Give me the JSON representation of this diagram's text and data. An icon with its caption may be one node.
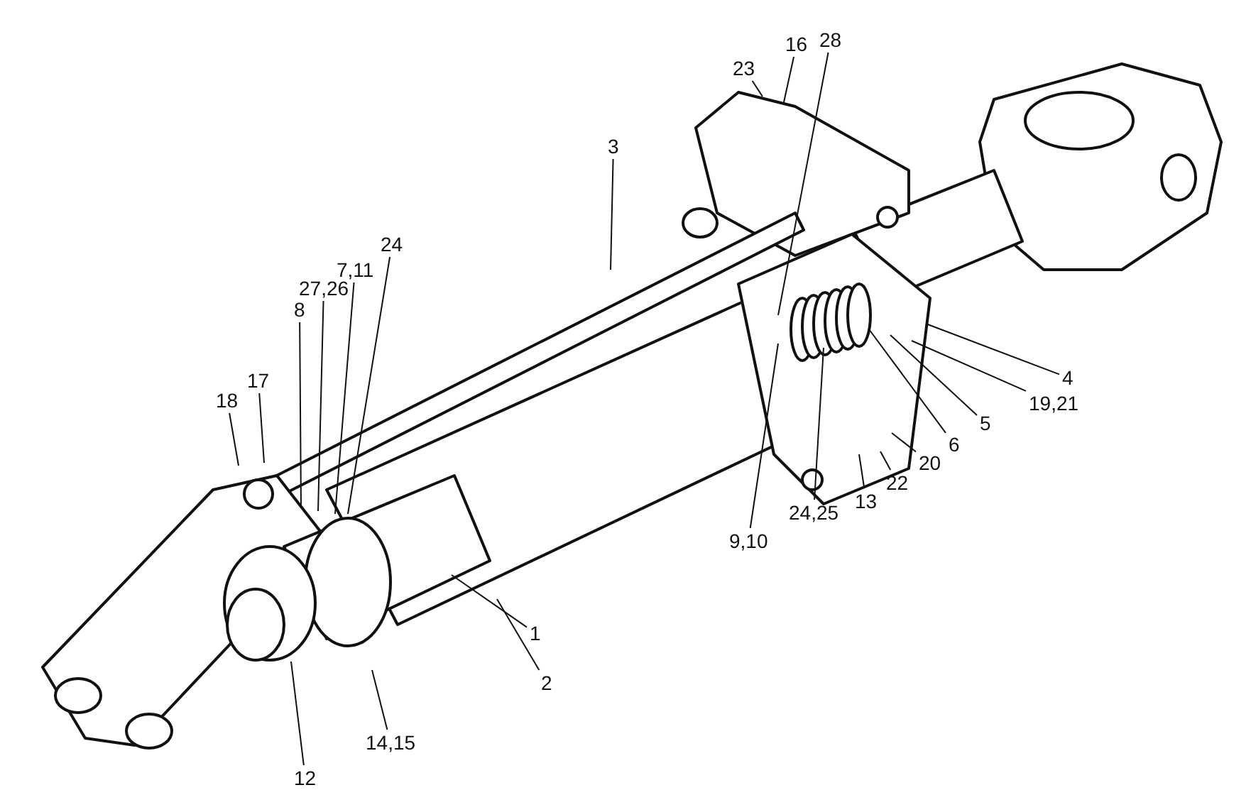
{
  "diagram": {
    "nodes": [
      {
        "text": [
          "28"
        ]
      },
      {
        "text": [
          "16"
        ]
      },
      {
        "text": [
          "23"
        ]
      },
      {
        "text": [
          "3"
        ]
      },
      {
        "text": [
          "24"
        ]
      },
      {
        "text": [
          "7,11"
        ]
      },
      {
        "text": [
          "27,26"
        ]
      },
      {
        "text": [
          "8"
        ]
      },
      {
        "text": [
          "4"
        ]
      },
      {
        "text": [
          "17"
        ]
      },
      {
        "text": [
          "18"
        ]
      },
      {
        "text": [
          "19,21"
        ]
      },
      {
        "text": [
          "5"
        ]
      },
      {
        "text": [
          "6"
        ]
      },
      {
        "text": [
          "20"
        ]
      },
      {
        "text": [
          "22"
        ]
      },
      {
        "text": [
          "13"
        ]
      },
      {
        "text": [
          "24,25"
        ]
      },
      {
        "text": [
          "9,10"
        ]
      },
      {
        "text": [
          "1"
        ]
      },
      {
        "text": [
          "2"
        ]
      },
      {
        "text": [
          "14,15"
        ]
      },
      {
        "text": [
          "12"
        ]
      }
    ],
    "edges": [
      {
        "from": 0,
        "to": null,
        "arrow": "none"
      },
      {
        "from": 1,
        "to": null,
        "arrow": "none"
      },
      {
        "from": 2,
        "to": null,
        "arrow": "none"
      },
      {
        "from": 3,
        "to": null,
        "arrow": "none"
      },
      {
        "from": 4,
        "to": null,
        "arrow": "none"
      },
      {
        "from": 5,
        "to": null,
        "arrow": "none"
      },
      {
        "from": 6,
        "to": null,
        "arrow": "none"
      },
      {
        "from": 7,
        "to": null,
        "arrow": "none"
      },
      {
        "from": 8,
        "to": null,
        "arrow": "none"
      },
      {
        "from": 9,
        "to": null,
        "arrow": "none"
      },
      {
        "from": 10,
        "to": null,
        "arrow": "none"
      },
      {
        "from": 11,
        "to": null,
        "arrow": "none"
      },
      {
        "from": 12,
        "to": null,
        "arrow": "none"
      },
      {
        "from": 13,
        "to": null,
        "arrow": "none"
      },
      {
        "from": 14,
        "to": null,
        "arrow": "none"
      },
      {
        "from": 15,
        "to": null,
        "arrow": "none"
      },
      {
        "from": 16,
        "to": null,
        "arrow": "none"
      },
      {
        "from": 17,
        "to": null,
        "arrow": "none"
      },
      {
        "from": 18,
        "to": null,
        "arrow": "none"
      },
      {
        "from": 19,
        "to": null,
        "arrow": "none"
      },
      {
        "from": 20,
        "to": null,
        "arrow": "none"
      },
      {
        "from": 21,
        "to": null,
        "arrow": "none"
      },
      {
        "from": 22,
        "to": null,
        "arrow": "none"
      }
    ]
  }
}
